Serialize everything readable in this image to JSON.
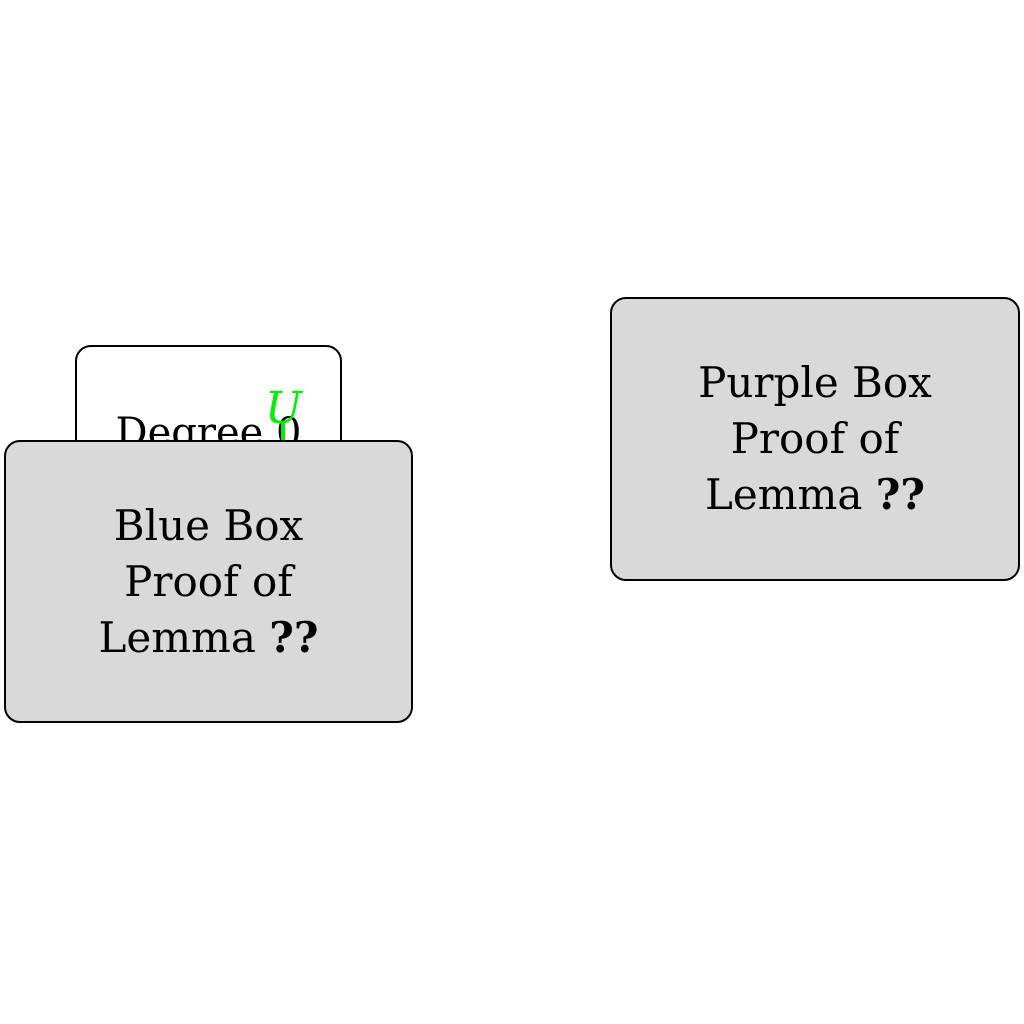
{
  "degree_box": {
    "label": "Degree 0",
    "variable": "U"
  },
  "blue_box": {
    "line1": "Blue Box",
    "line2": "Proof of",
    "line3_prefix": "Lemma ",
    "line3_ref": "??"
  },
  "purple_box": {
    "line1": "Purple Box",
    "line2": "Proof of",
    "line3_prefix": "Lemma ",
    "line3_ref": "??"
  },
  "colors": {
    "box_fill": "#d9d9d9",
    "variable_green": "#00ee00",
    "border": "#000000"
  }
}
